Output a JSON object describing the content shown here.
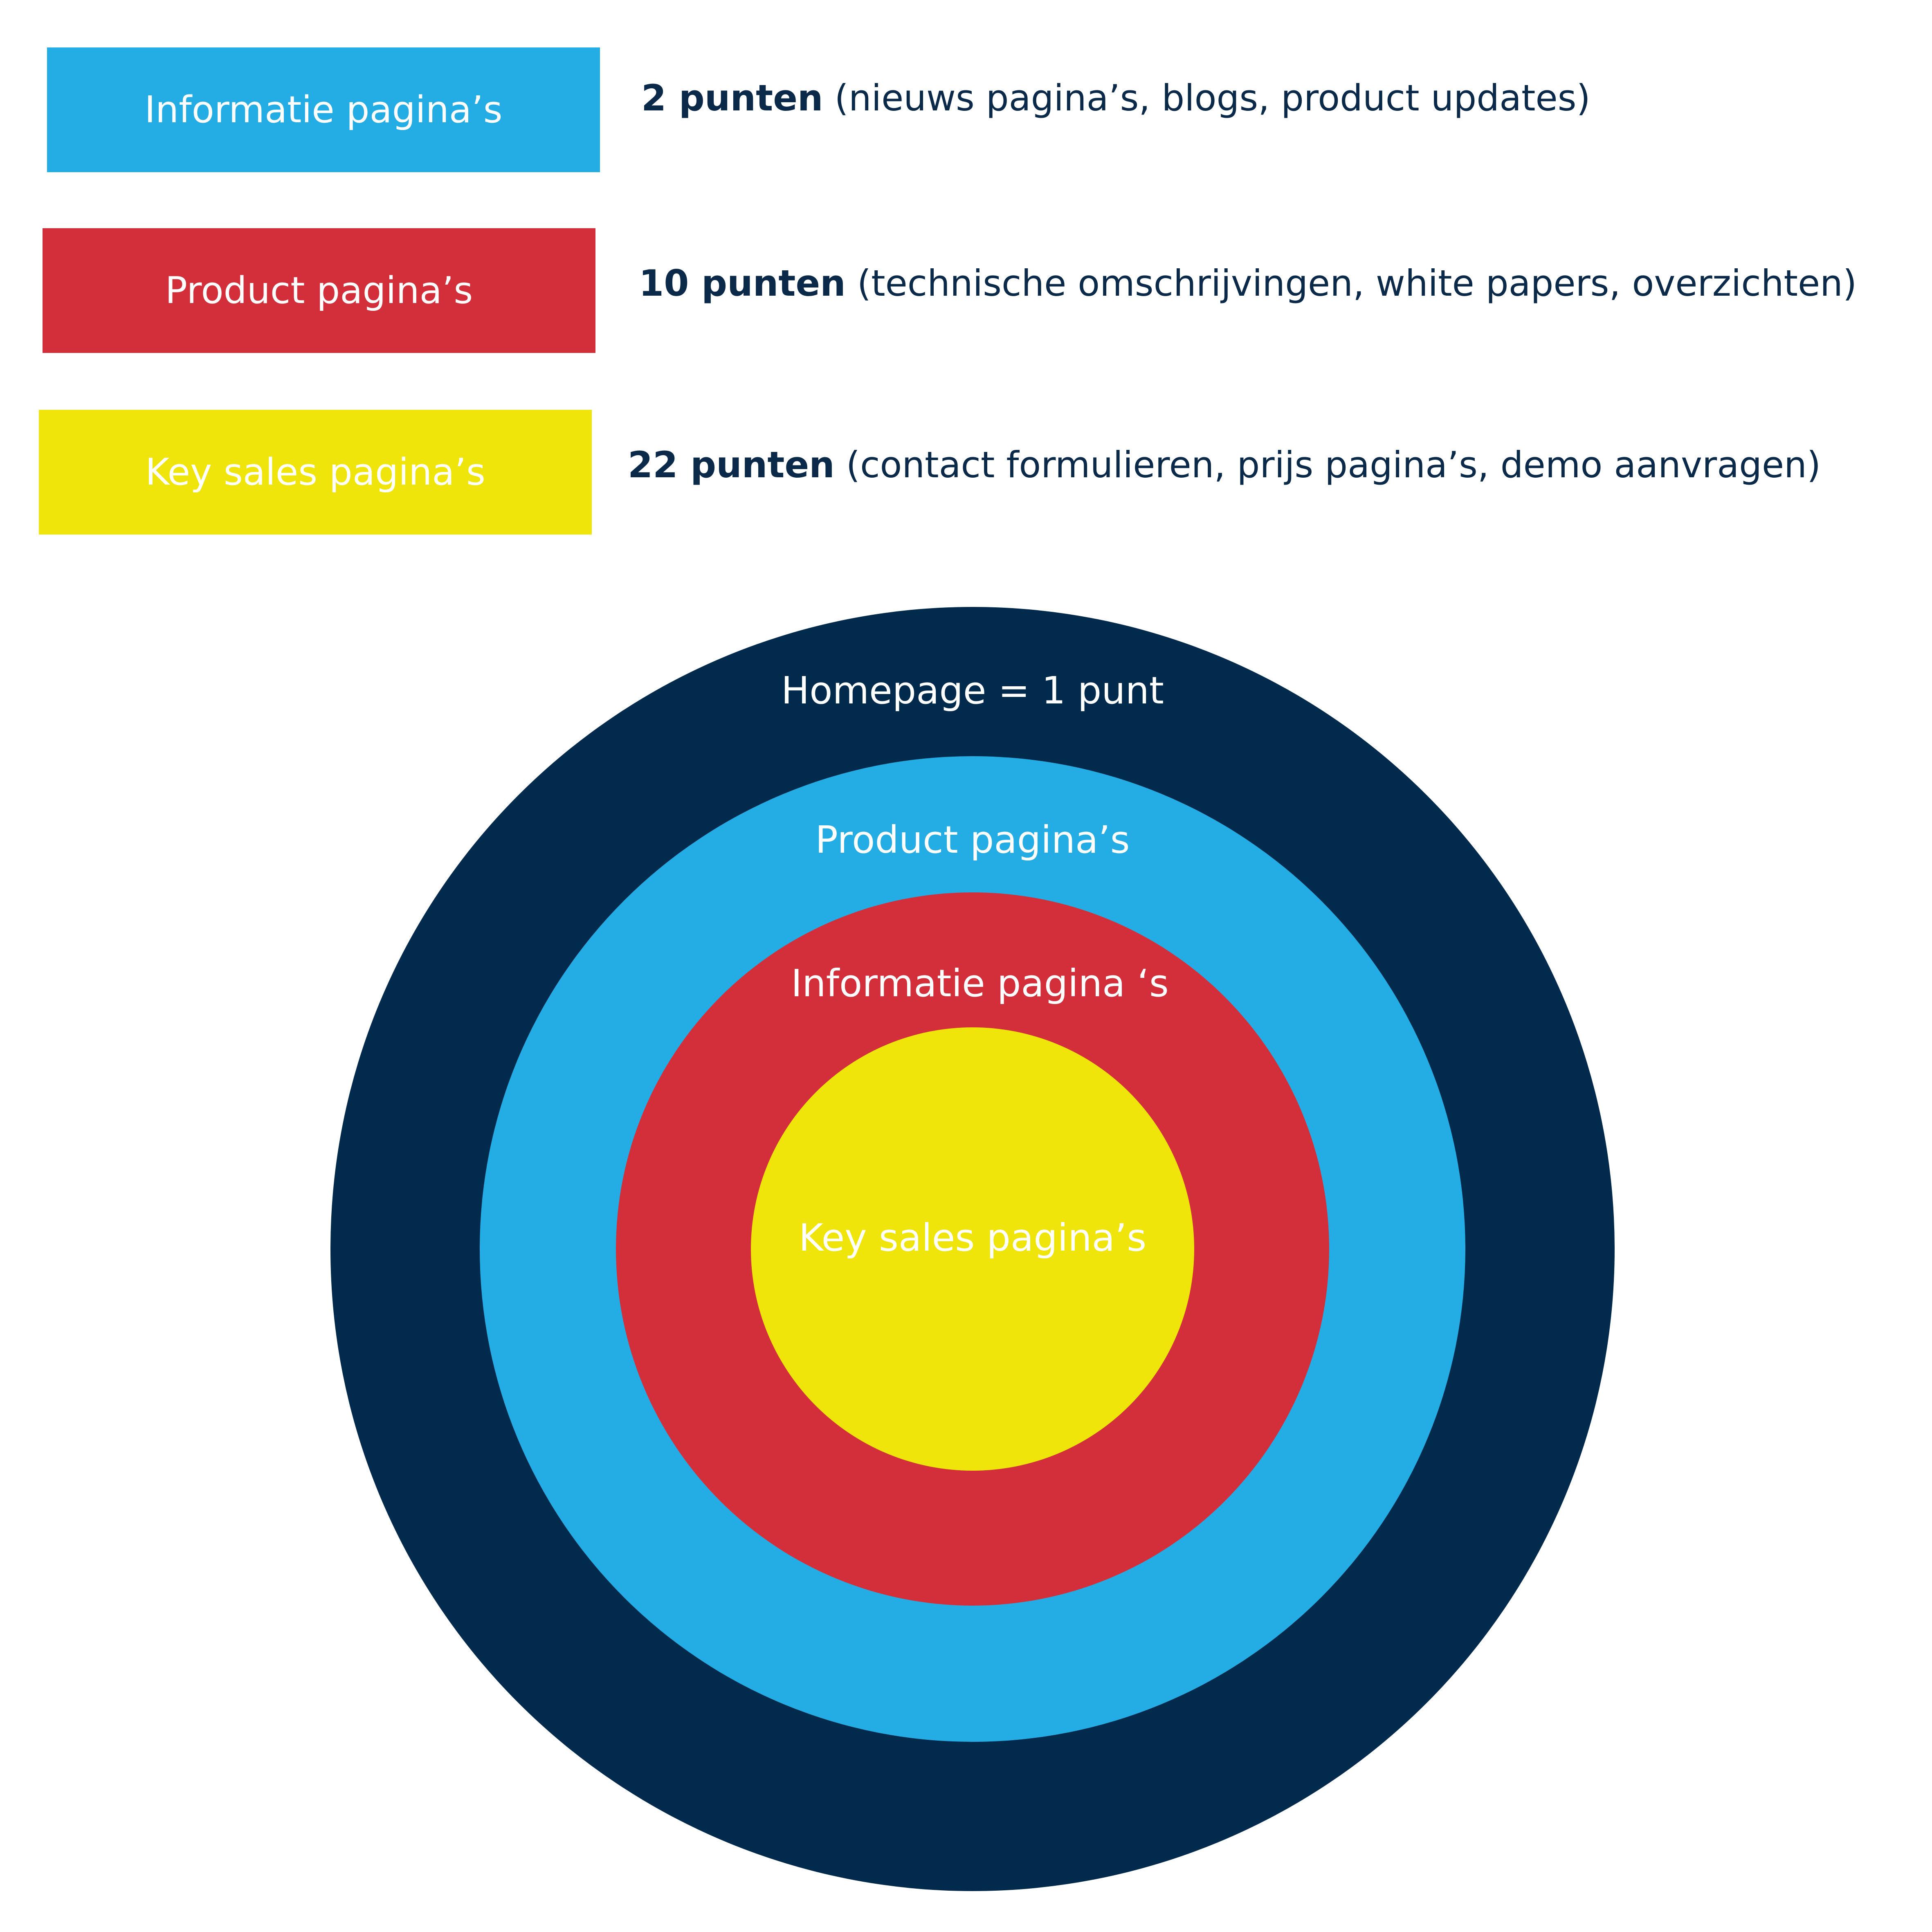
{
  "legend": [
    {
      "box_label": "Informatie pagina’s",
      "color": "#24ade4",
      "points": "2 punten",
      "examples": " (nieuws pagina’s, blogs, product updates)"
    },
    {
      "box_label": "Product pagina’s",
      "color": "#d32f3b",
      "points": "10 punten",
      "examples": " (technische omschrijvingen, white papers, overzichten)"
    },
    {
      "box_label": "Key sales pagina’s",
      "color": "#f0e50a",
      "points": "22 punten",
      "examples": " (contact formulieren, prijs pagina’s, demo aanvragen)"
    }
  ],
  "target": {
    "rings": [
      {
        "label": "Homepage = 1 punt",
        "color": "#022a4d"
      },
      {
        "label": "Product pagina’s",
        "color": "#24ade4"
      },
      {
        "label": "Informatie pagina ‘s",
        "color": "#d32f3b"
      },
      {
        "label": "Key sales pagina’s",
        "color": "#f0e50a"
      }
    ]
  },
  "colors": {
    "text_dark": "#0b2a4a",
    "text_light": "#ffffff",
    "background": "#ffffff"
  }
}
